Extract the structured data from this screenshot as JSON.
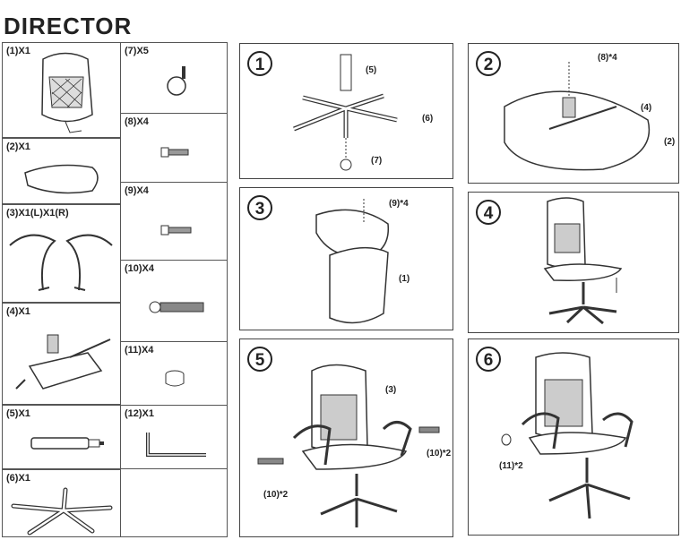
{
  "title": "DIRECTOR",
  "parts": [
    {
      "label": "(1)X1"
    },
    {
      "label": "(2)X1"
    },
    {
      "label": "(3)X1(L)X1(R)"
    },
    {
      "label": "(4)X1"
    },
    {
      "label": "(5)X1"
    },
    {
      "label": "(6)X1"
    },
    {
      "label": "(7)X5"
    },
    {
      "label": "(8)X4"
    },
    {
      "label": "(9)X4"
    },
    {
      "label": "(10)X4"
    },
    {
      "label": "(11)X4"
    },
    {
      "label": "(12)X1"
    }
  ],
  "steps": [
    {
      "number": "1",
      "callouts": [
        "(5)",
        "(6)",
        "(7)"
      ]
    },
    {
      "number": "2",
      "callouts": [
        "(8)*4",
        "(4)",
        "(2)"
      ]
    },
    {
      "number": "3",
      "callouts": [
        "(9)*4",
        "(1)"
      ]
    },
    {
      "number": "4",
      "callouts": []
    },
    {
      "number": "5",
      "callouts": [
        "(3)",
        "(10)*2",
        "(10)*2"
      ]
    },
    {
      "number": "6",
      "callouts": [
        "(11)*2"
      ]
    }
  ]
}
